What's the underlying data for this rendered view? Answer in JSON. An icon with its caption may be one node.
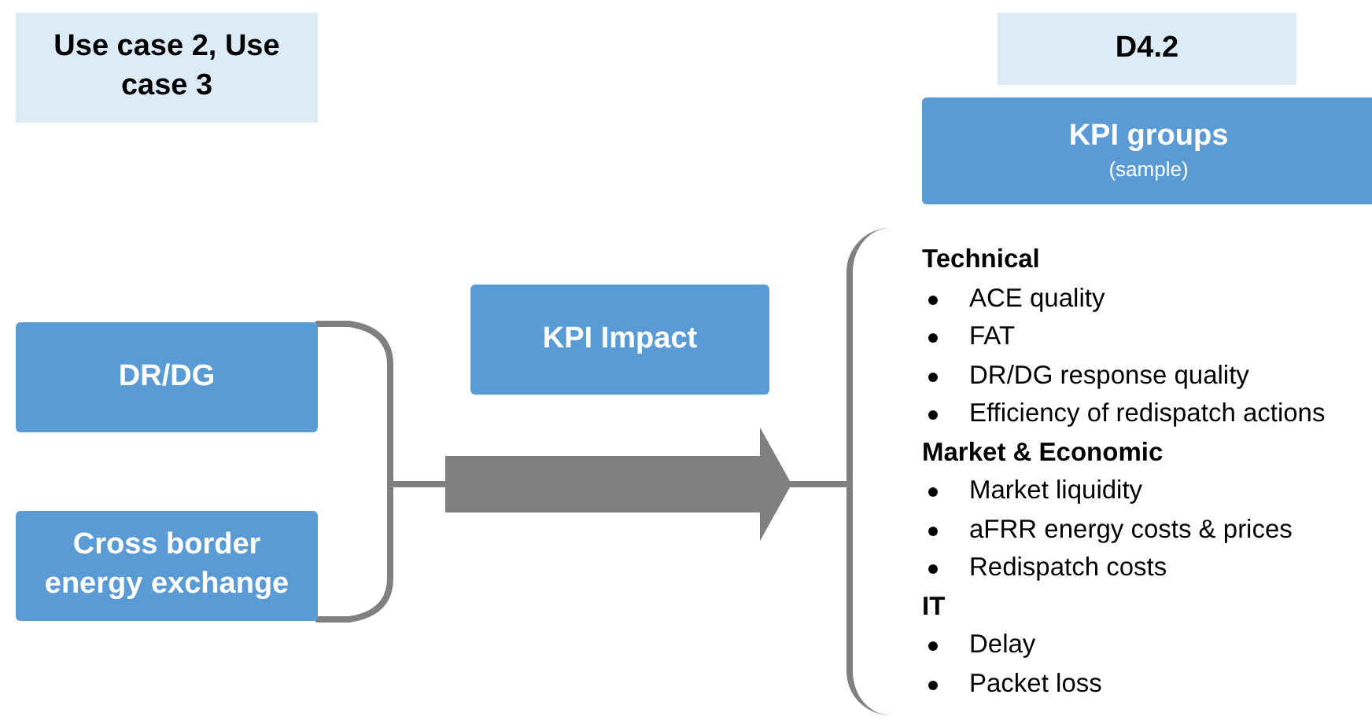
{
  "diagram": {
    "nodes": [
      {
        "text": [
          "Use case 2, Use case 3"
        ]
      },
      {
        "text": [
          "D4.2"
        ]
      },
      {
        "text": [
          "KPI groups",
          "(sample)"
        ]
      },
      {
        "text": [
          "DR/DG"
        ]
      },
      {
        "text": [
          "Cross border energy exchange"
        ]
      },
      {
        "text": [
          "KPI Impact"
        ]
      },
      {
        "text": [
          "**Technical**",
          "ACE quality",
          "FAT",
          "DR/DG response quality",
          "Efficiency of redispatch actions",
          "**Market & Economic**",
          "Market liquidity",
          "aFRR energy costs & prices",
          "Redispatch costs",
          "**IT**",
          "Delay",
          "Packet loss"
        ]
      }
    ],
    "edges": [
      {
        "from": 3,
        "to": 6,
        "arrow": "to"
      },
      {
        "from": 4,
        "to": 6,
        "arrow": "to"
      }
    ]
  }
}
